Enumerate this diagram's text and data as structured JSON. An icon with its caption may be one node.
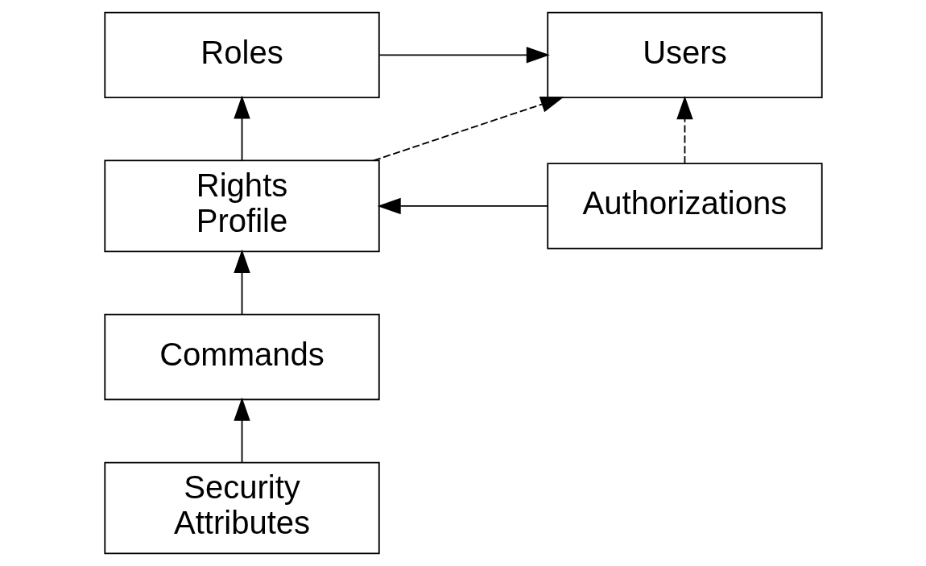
{
  "diagram": {
    "nodes": [
      {
        "text": [
          "Roles"
        ]
      },
      {
        "text": [
          "Users"
        ]
      },
      {
        "text": [
          "Rights Profile"
        ]
      },
      {
        "text": [
          "Authorizations"
        ]
      },
      {
        "text": [
          "Commands"
        ]
      },
      {
        "text": [
          "Security Attributes"
        ]
      }
    ],
    "edges": [
      {
        "from": 0,
        "to": 1,
        "arrow": "to"
      },
      {
        "from": 2,
        "to": 0,
        "arrow": "to"
      },
      {
        "from": 2,
        "to": 1,
        "arrow": "to",
        "style": "dashed"
      },
      {
        "from": 3,
        "to": 1,
        "arrow": "to",
        "style": "dashed"
      },
      {
        "from": 3,
        "to": 2,
        "arrow": "to"
      },
      {
        "from": 4,
        "to": 2,
        "arrow": "to"
      },
      {
        "from": 5,
        "to": 4,
        "arrow": "to"
      }
    ]
  }
}
